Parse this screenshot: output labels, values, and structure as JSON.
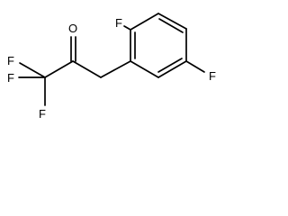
{
  "molecule": {
    "atoms": {
      "o_ketone": "O",
      "f_ring_top": "F",
      "f_ring_right": "F",
      "f_cf3_left": "F",
      "f_cf3_mid": "F",
      "f_cf3_bottom": "F"
    }
  }
}
